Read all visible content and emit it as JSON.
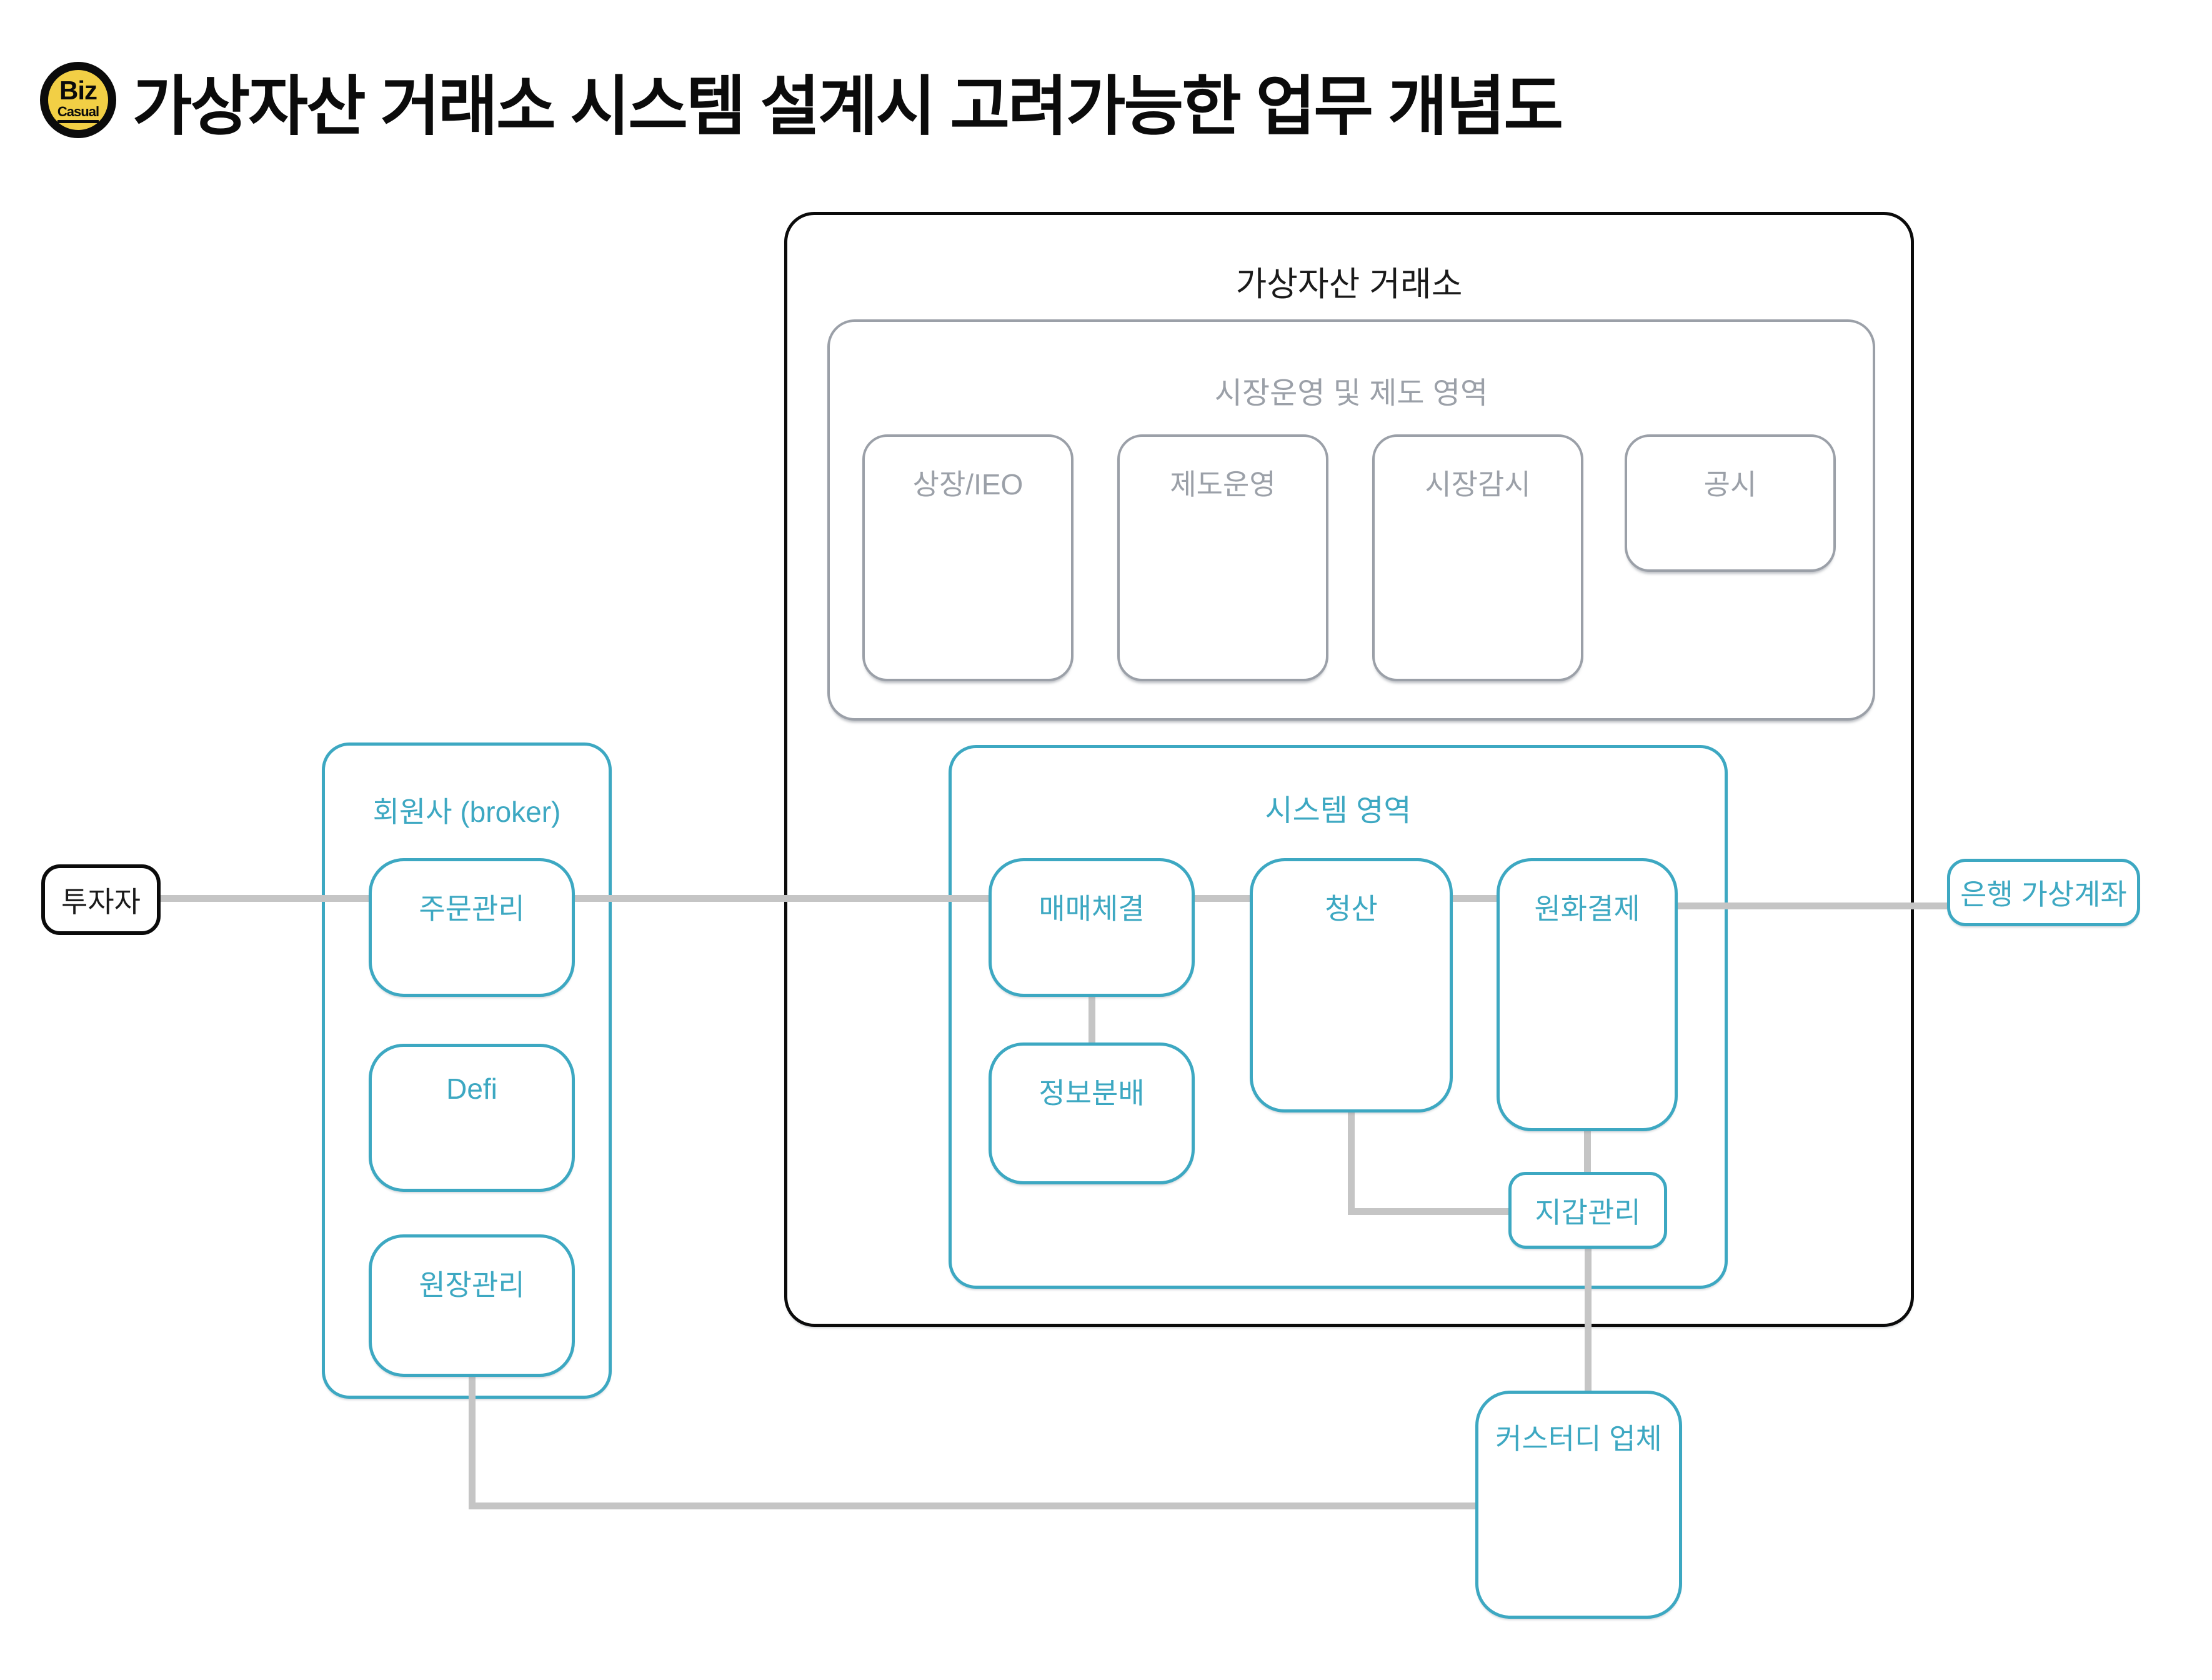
{
  "header": {
    "logo_line1": "Biz",
    "logo_line2": "Casual",
    "title": "가상자산 거래소 시스템 설계시 고려가능한 업무 개념도"
  },
  "exchange": {
    "label": "가상자산 거래소",
    "market_area": {
      "label": "시장운영 및 제도 영역",
      "boxes": {
        "listing": "상장/IEO",
        "policy": "제도운영",
        "surveillance": "시장감시",
        "disclosure": "공시"
      }
    },
    "system_area": {
      "label": "시스템 영역",
      "boxes": {
        "matching": "매매체결",
        "clearing": "청산",
        "krw_settlement": "원화결제",
        "info_distribution": "정보분배",
        "wallet": "지갑관리"
      }
    }
  },
  "broker": {
    "label": "회원사 (broker)",
    "boxes": {
      "order": "주문관리",
      "defi": "Defi",
      "ledger": "원장관리"
    }
  },
  "external": {
    "investor": "투자자",
    "bank": "은행 가상계좌",
    "custody": "커스터디 업체"
  },
  "colors": {
    "teal": "#3da8c2",
    "gray_border": "#9ba0a8",
    "connector": "#c5c5c5",
    "black": "#0b0b0b",
    "logo_yellow": "#f2cf45"
  }
}
